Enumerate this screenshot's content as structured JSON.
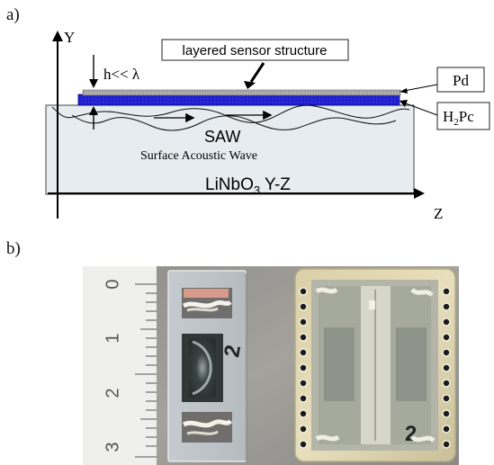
{
  "panels": {
    "a": {
      "label": "a)",
      "axis_y_label": "Y",
      "axis_z_label": "Z",
      "callout_layered": "layered sensor structure",
      "callout_pd": "Pd",
      "callout_h2pc_main": "H",
      "callout_h2pc_sub": "2",
      "callout_h2pc_tail": "Pc",
      "thickness_label": "h<< λ",
      "saw_label": "SAW",
      "saw_full": "Surface Acoustic Wave",
      "substrate_main": "LiNbO",
      "substrate_sub": "3",
      "substrate_tail": " Y-Z"
    },
    "b": {
      "label": "b)",
      "ruler_numbers": [
        "0",
        "1",
        "2",
        "3"
      ],
      "chip_marks": [
        "2",
        "2"
      ]
    }
  },
  "colors": {
    "h2pc_layer": "#1f1fd0",
    "pd_layer": "#a8a8a8",
    "substrate": "#e5ebef",
    "ruler": "#f0f0ef"
  }
}
